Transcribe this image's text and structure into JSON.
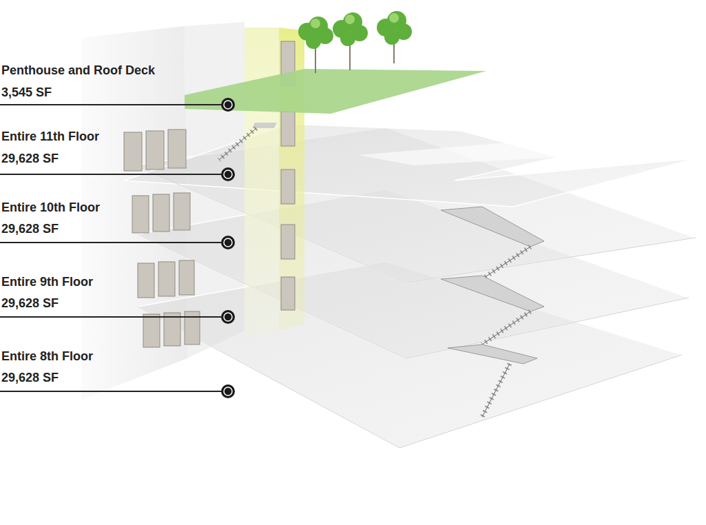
{
  "diagram": {
    "labels": [
      "Penthouse and Roof Deck",
      "3,545 SF",
      "Entire 11th Floor",
      "29,628 SF",
      "Entire 10th Floor",
      "29,628 SF",
      "Entire 9th Floor",
      "29,628 SF",
      "Entire 8th Floor",
      "29,628 SF"
    ]
  }
}
